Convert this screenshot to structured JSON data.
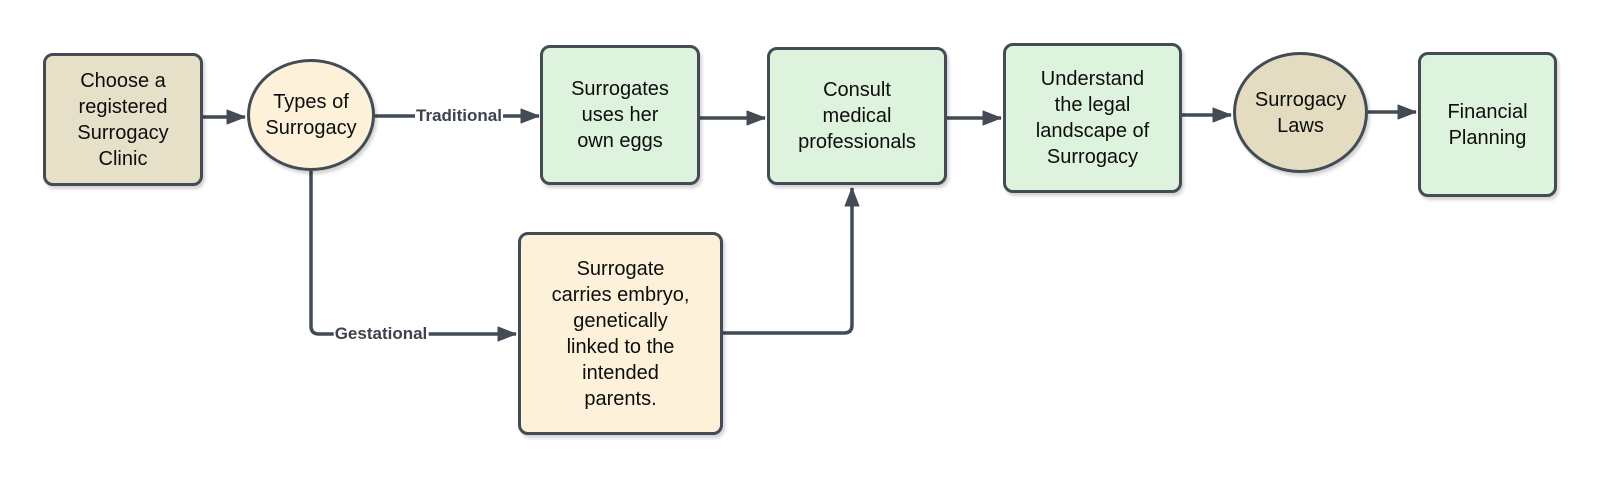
{
  "diagram": {
    "type": "flowchart",
    "background": "#ffffff",
    "colors": {
      "stroke": "#434b55",
      "node_text": "#0d0d0d",
      "edge_label_text": "#3d434c",
      "fill_tan": "#e7e0c9",
      "fill_tan_dark": "#e3dcc1",
      "fill_cream": "#fdf2d9",
      "fill_green": "#ddf3de"
    },
    "nodes": {
      "clinic": {
        "shape": "rounded-rect",
        "fill": "#e7e0c9",
        "label": "Choose a\nregistered\nSurrogacy\nClinic"
      },
      "types": {
        "shape": "circle",
        "fill": "#fdf2d9",
        "label": "Types of\nSurrogacy"
      },
      "surrogates": {
        "shape": "rounded-rect",
        "fill": "#ddf3de",
        "label": "Surrogates\nuses her\nown eggs"
      },
      "consult": {
        "shape": "rounded-rect",
        "fill": "#ddf3de",
        "label": "Consult\nmedical\nprofessionals"
      },
      "legal": {
        "shape": "rounded-rect",
        "fill": "#ddf3de",
        "label": "Understand\nthe legal\nlandscape of\nSurrogacy"
      },
      "laws": {
        "shape": "circle",
        "fill": "#e3dcc1",
        "label": "Surrogacy\nLaws"
      },
      "financial": {
        "shape": "rounded-rect",
        "fill": "#ddf3de",
        "label": "Financial\nPlanning"
      },
      "gestational_carry": {
        "shape": "rounded-rect",
        "fill": "#fdf2d9",
        "label": "Surrogate\ncarries embryo,\ngenetically\nlinked to the\nintended\nparents."
      }
    },
    "edge_labels": {
      "traditional": "Traditional",
      "gestational": "Gestational"
    },
    "edges": [
      {
        "from": "clinic",
        "to": "types",
        "label": ""
      },
      {
        "from": "types",
        "to": "surrogates",
        "label": "Traditional"
      },
      {
        "from": "types",
        "to": "gestational_carry",
        "label": "Gestational"
      },
      {
        "from": "surrogates",
        "to": "consult",
        "label": ""
      },
      {
        "from": "gestational_carry",
        "to": "consult",
        "label": ""
      },
      {
        "from": "consult",
        "to": "legal",
        "label": ""
      },
      {
        "from": "legal",
        "to": "laws",
        "label": ""
      },
      {
        "from": "laws",
        "to": "financial",
        "label": ""
      }
    ]
  }
}
